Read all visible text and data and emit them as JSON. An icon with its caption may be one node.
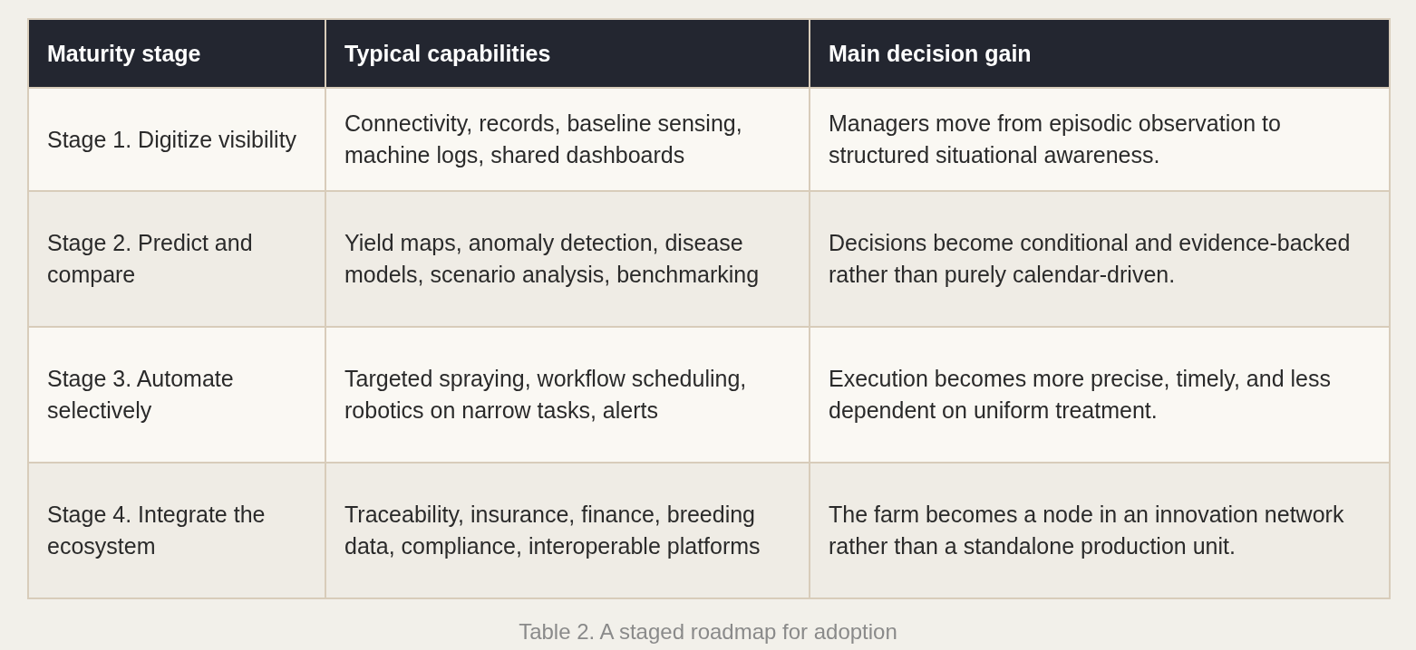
{
  "diagram": {
    "caption": "Table 2. A staged roadmap for adoption",
    "labels": [
      "Maturity stage",
      "Typical capabilities",
      "Main decision gain",
      "Stage 1. Digitize visibility",
      "Connectivity, records, baseline sensing, machine logs, shared dashboards",
      "Managers move from episodic observation to structured situational awareness.",
      "Stage 2. Predict and compare",
      "Yield maps, anomaly detection, disease models, scenario analysis, benchmarking",
      "Decisions become conditional and evidence-backed rather than purely calendar-driven.",
      "Stage 3. Automate selectively",
      "Targeted spraying, workflow scheduling, robotics on narrow tasks, alerts",
      "Execution becomes more precise, timely, and less dependent on uniform treatment.",
      "Stage 4. Integrate the ecosystem",
      "Traceability, insurance, finance, breeding data, compliance, interoperable platforms",
      "The farm becomes a node in an innovation network rather than a standalone production unit."
    ]
  }
}
